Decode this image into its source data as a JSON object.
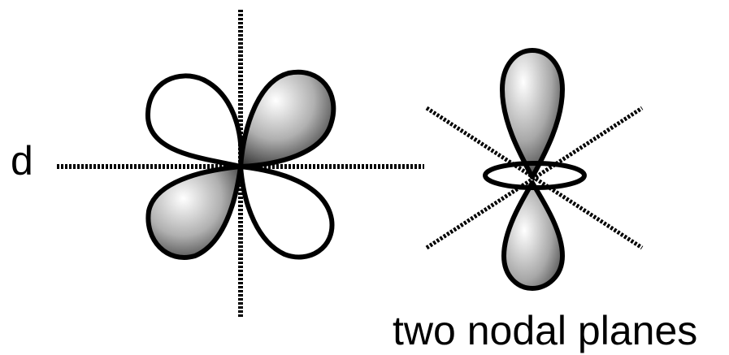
{
  "orbital_label": "d",
  "caption": "two nodal planes",
  "colors": {
    "ink": "#000000",
    "lobe_shaded_light": "#ffffff",
    "lobe_shaded_dark": "#3a3a3a",
    "lobe_open": "#ffffff",
    "background": "#ffffff"
  },
  "figures": [
    {
      "name": "cloverleaf-d-orbital",
      "lobes": [
        "open",
        "shaded",
        "shaded",
        "open"
      ],
      "nodal_planes": [
        "vertical",
        "horizontal"
      ]
    },
    {
      "name": "dz2-orbital",
      "lobes": [
        "shaded",
        "shaded"
      ],
      "ring": "torus",
      "nodal_planes": [
        "diagonal",
        "diagonal"
      ]
    }
  ]
}
